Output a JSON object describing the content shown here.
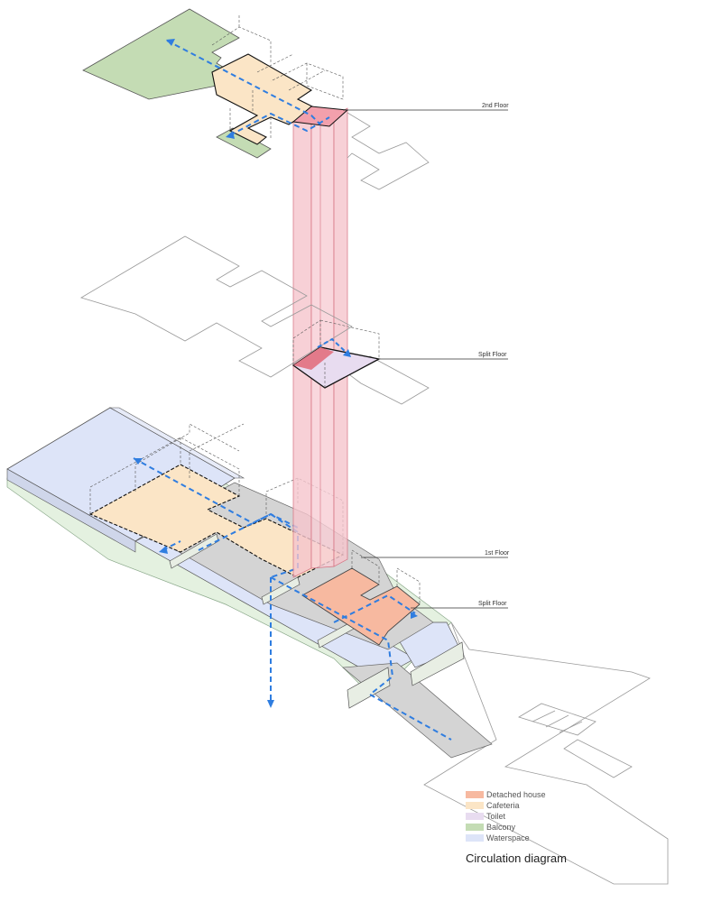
{
  "levels": [
    {
      "label": "2nd Floor"
    },
    {
      "label": "Split Floor"
    },
    {
      "label": "1st Floor"
    },
    {
      "label": "Split Floor"
    }
  ],
  "legend": {
    "title": "Circulation diagram",
    "items": [
      {
        "label": "Detached house",
        "color": "#f7b9a0"
      },
      {
        "label": "Cafeteria",
        "color": "#fbe5c6"
      },
      {
        "label": "Toilet",
        "color": "#e8dcf0"
      },
      {
        "label": "Balcony",
        "color": "#c4dcb4"
      },
      {
        "label": "Waterspace",
        "color": "#dde4f8"
      }
    ]
  },
  "colors": {
    "circulation_arrow": "#2f7de0",
    "core": "#f5c4cc",
    "core_top": "#f2a0ac",
    "floor_grey": "#d4d4d4",
    "site_green": "#e4f1e0"
  }
}
